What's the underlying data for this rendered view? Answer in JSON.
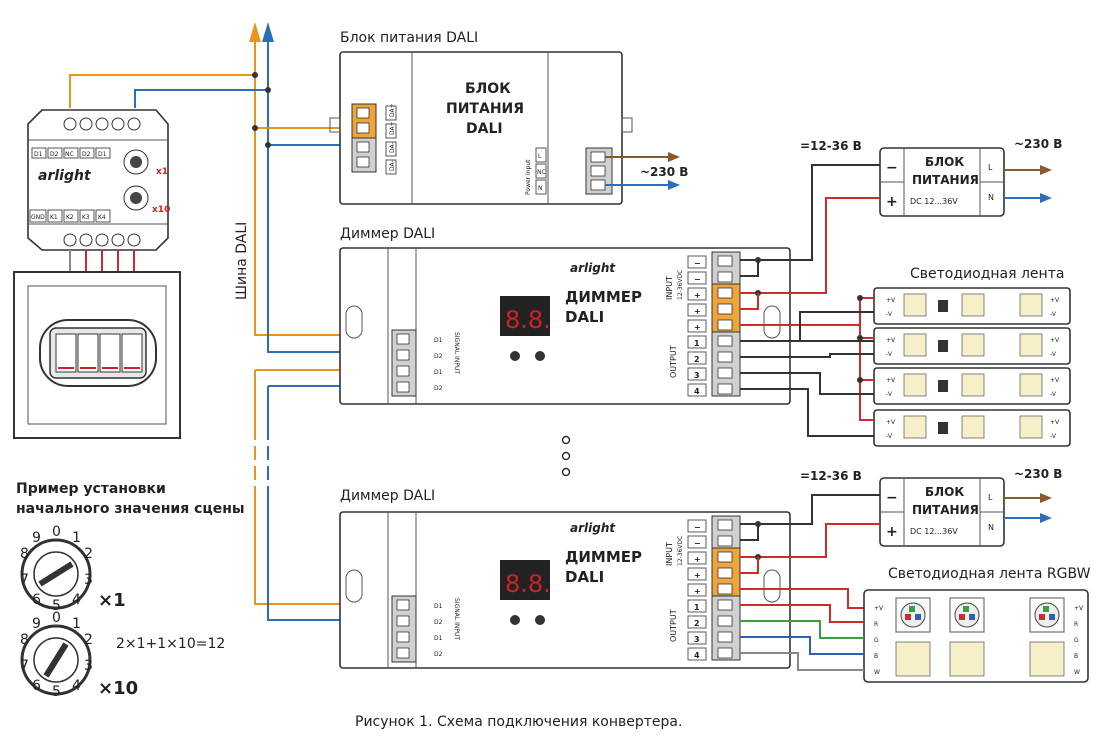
{
  "labels": {
    "psu_dali_title": "Блок питания DALI",
    "psu_dali_body": [
      "БЛОК",
      "ПИТАНИЯ",
      "DALI"
    ],
    "psu_dali_inner": [
      "DA+",
      "DA+",
      "DA-",
      "DA-"
    ],
    "psu_dali_power": [
      "L",
      "NC",
      "N"
    ],
    "psu_dali_power_input": "Power input",
    "ac_230": "~230 В",
    "bus_label": "Шина DALI",
    "dimmer_title": "Диммер DALI",
    "dimmer_body": [
      "ДИММЕР",
      "DALI"
    ],
    "brand": "arlight",
    "signal_input": "SIGNAL INPUT",
    "signal_terms": [
      "D1",
      "D2",
      "D1",
      "D2"
    ],
    "input_label": "INPUT",
    "input_volt": "12-36VDC",
    "input_terms": [
      "−",
      "−",
      "+",
      "+"
    ],
    "output_label": "OUTPUT",
    "output_terms": [
      "1",
      "2",
      "3",
      "4"
    ],
    "dc_range": "=12-36 В",
    "psu_small_body": [
      "БЛОК",
      "ПИТАНИЯ"
    ],
    "psu_small_dc": "DC 12...36V",
    "psu_small_terms": [
      "L",
      "N"
    ],
    "psu_small_pm": [
      "−",
      "+"
    ],
    "strip1_title": "Светодиодная лента",
    "strip2_title": "Светодиодная лента RGBW",
    "strip_pins": [
      "+V",
      "-V"
    ],
    "rgbw_pins": [
      "+V",
      "R",
      "G",
      "B",
      "W"
    ],
    "panel_terms_top": [
      "D1",
      "D2",
      "NC",
      "D2",
      "D1"
    ],
    "panel_brand": "arlight",
    "panel_x1": "x1",
    "panel_x10": "x10",
    "panel_terms_bottom": [
      "GND",
      "K1",
      "K2",
      "K3",
      "K4"
    ],
    "scene_heading": [
      "Пример установки",
      "начального значения сцены"
    ],
    "dial_digits": [
      "0",
      "1",
      "2",
      "3",
      "4",
      "5",
      "6",
      "7",
      "8",
      "9"
    ],
    "dial1_mult": "×1",
    "dial2_mult": "×10",
    "formula": "2×1+1×10=12",
    "caption": "Рисунок 1. Схема подключения конвертера."
  }
}
